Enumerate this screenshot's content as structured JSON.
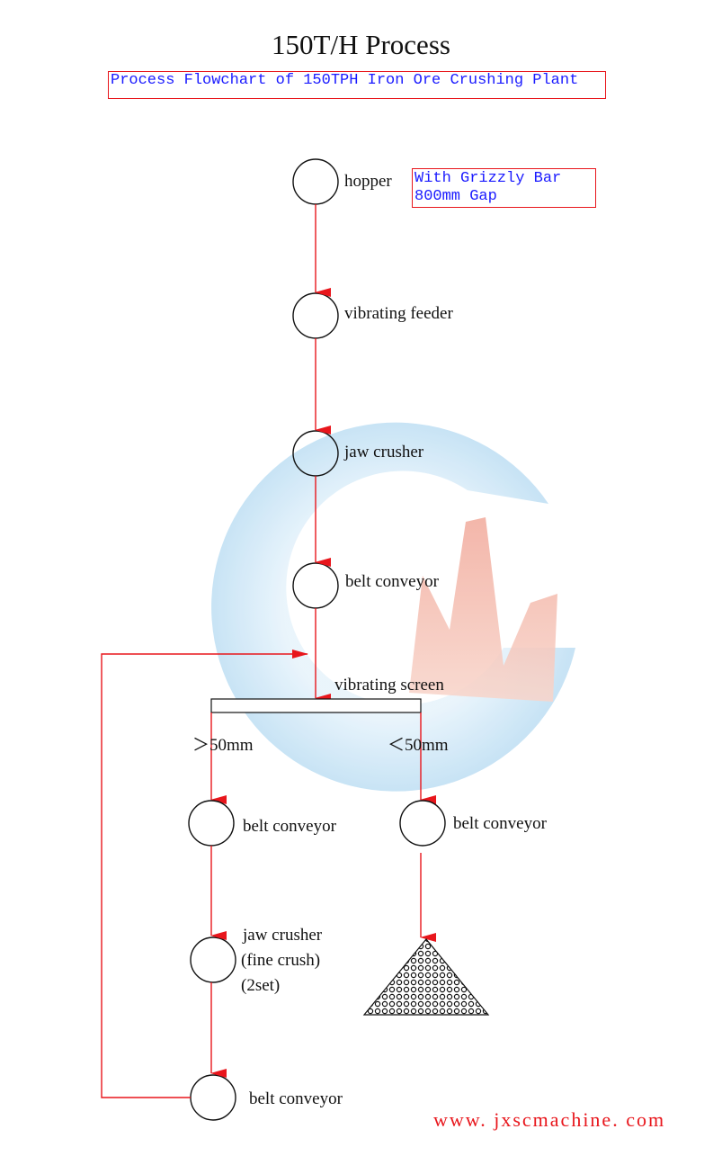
{
  "title": "150T/H Process",
  "subtitle": "Process Flowchart of 150TPH Iron Ore Crushing Plant",
  "note": {
    "line1": "With Grizzly Bar",
    "line2": "800mm Gap"
  },
  "nodes": {
    "hopper": "hopper",
    "vibrating_feeder": "vibrating feeder",
    "jaw_crusher": "jaw crusher",
    "belt_conveyor_1": "belt conveyor",
    "vibrating_screen": "vibrating screen",
    "oversize": "＞50mm",
    "undersize": "＜50mm",
    "belt_conveyor_left": "belt conveyor",
    "belt_conveyor_right": "belt conveyor",
    "fine_jaw_line1": "jaw crusher",
    "fine_jaw_line2": "(fine crush)",
    "fine_jaw_line3": "(2set)",
    "belt_conveyor_bottom": "belt conveyor"
  },
  "website": "www. jxscmachine. com",
  "colors": {
    "arrow": "#e8161c",
    "note_text": "#1a1aff",
    "logo_blue": "#bfe0f4",
    "logo_red": "#f3b2a4"
  }
}
